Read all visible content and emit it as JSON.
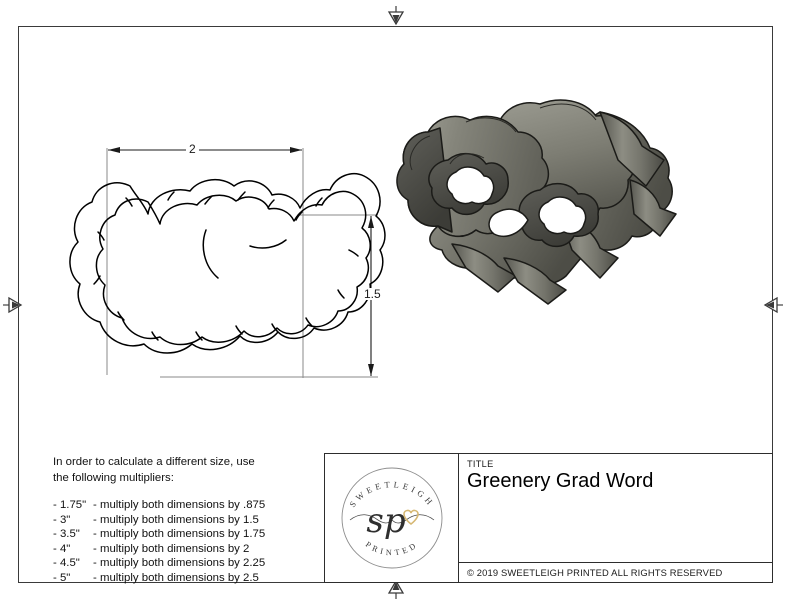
{
  "document": {
    "title": "Greenery Grad Word",
    "title_caption": "TITLE",
    "copyright": "© 2019  SWEETLEIGH PRINTED  ALL RIGHTS RESERVED"
  },
  "dimensions": {
    "width_label": "2",
    "height_label": "1.5"
  },
  "notes": {
    "intro": "In order to calculate a different size, use\nthe following multipliers:",
    "items": [
      {
        "size": "- 1.75\"",
        "text": "- multiply both dimensions by .875"
      },
      {
        "size": "- 3\"",
        "text": "- multiply both dimensions by 1.5"
      },
      {
        "size": "- 3.5\"",
        "text": "- multiply both dimensions by 1.75"
      },
      {
        "size": "- 4\"",
        "text": "- multiply both dimensions by 2"
      },
      {
        "size": "- 4.5\"",
        "text": "- multiply both dimensions by 2.25"
      },
      {
        "size": "- 5\"",
        "text": "- multiply both dimensions by 2.5"
      }
    ]
  },
  "logo": {
    "top_arc_text": "SWEETLEIGH",
    "bottom_arc_text": "PRINTED",
    "monogram": "sp",
    "heart_color": "#d6b772",
    "ink_color": "#3b3b3b"
  },
  "registration_marks": {
    "top": "triangle-down",
    "bottom": "triangle-up",
    "left": "triangle-right",
    "right": "triangle-left"
  },
  "colors": {
    "border": "#3a3a3a",
    "dimension_line": "#1a1a1a",
    "extension_line": "#8a8a8a",
    "outline": "#000000",
    "model_light": "#9a9a90",
    "model_mid": "#77776d",
    "model_dark": "#55554d",
    "model_darkest": "#3f3f39"
  }
}
